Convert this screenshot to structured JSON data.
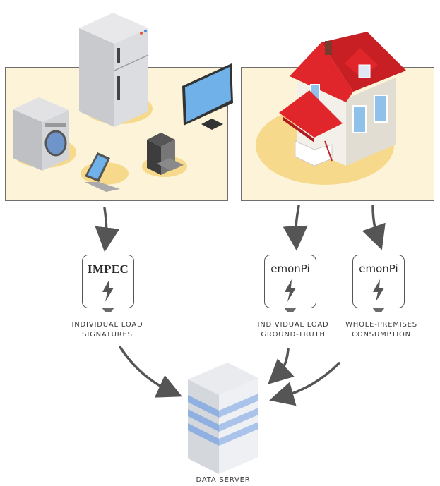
{
  "devices": {
    "impec": {
      "label": "IMPEC",
      "caption_line1": "INDIVIDUAL LOAD",
      "caption_line2": "SIGNATURES"
    },
    "emonpi_load": {
      "label": "emonPi",
      "caption_line1": "INDIVIDUAL LOAD",
      "caption_line2": "GROUND-TRUTH"
    },
    "emonpi_premises": {
      "label": "emonPi",
      "caption_line1": "WHOLE-PREMISES",
      "caption_line2": "CONSUMPTION"
    }
  },
  "server": {
    "caption": "DATA SERVER"
  },
  "icons": {
    "device_icon": "lightning-bolt-icon",
    "appliances": [
      "refrigerator-icon",
      "washing-machine-icon",
      "television-icon",
      "coffee-machine-icon",
      "laptop-icon"
    ],
    "house": "house-icon",
    "server": "server-rack-icon"
  },
  "colors": {
    "panel_bg": "#fdf3d8",
    "floor_circle": "#f6d98a",
    "roof": "#e0262b",
    "arrow": "#555555",
    "server_stripe": "#8fb0e0"
  }
}
